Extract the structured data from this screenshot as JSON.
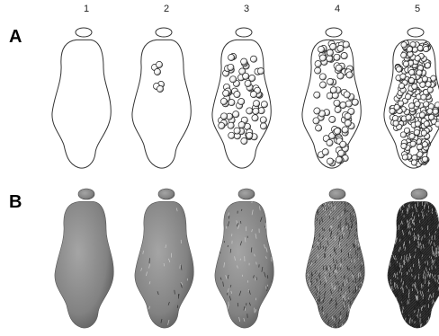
{
  "columns": [
    "1",
    "2",
    "3",
    "4",
    "5"
  ],
  "rows": [
    {
      "label": "A",
      "style": "outline"
    },
    {
      "label": "B",
      "style": "rendered-3d"
    }
  ],
  "bubble_density_by_column": [
    "none",
    "sparse",
    "moderate",
    "dense",
    "very dense"
  ],
  "colors": {
    "outline": "#333333",
    "bubble_fill": "#ffffff",
    "bubble_shade": "#222222",
    "surface_light": "#9a9a9a",
    "surface_mid": "#7a7a7a",
    "surface_dark": "#3a3a3a"
  }
}
